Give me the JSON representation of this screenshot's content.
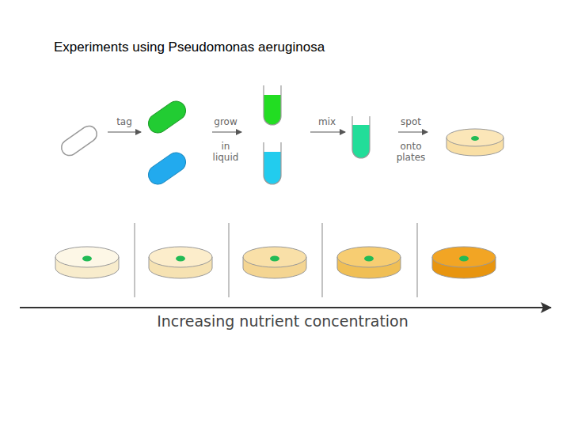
{
  "diagram": {
    "title": "Experiments using Pseudomonas aeruginosa",
    "labels": [
      "tag",
      "grow",
      "in liquid",
      "mix",
      "spot",
      "onto plates",
      "Increasing nutrient concentration"
    ]
  }
}
